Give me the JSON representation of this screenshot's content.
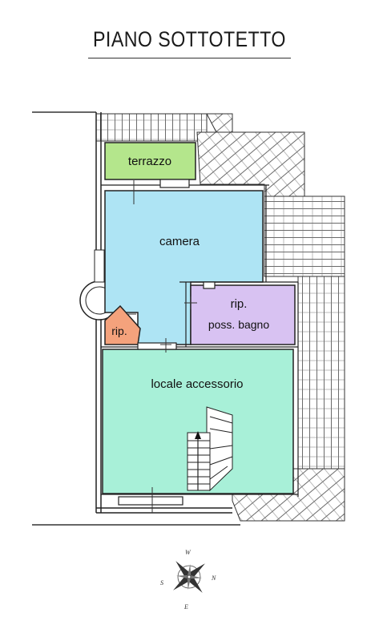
{
  "title": "PIANO SOTTOTETTO",
  "rooms": {
    "terrazzo": {
      "label": "terrazzo",
      "color": "#b4e68c"
    },
    "camera": {
      "label": "camera",
      "color": "#aee4f4"
    },
    "bagno": {
      "label_line1": "rip.",
      "label_line2": "poss. bagno",
      "color": "#d8c2f2"
    },
    "ripostiglio": {
      "label": "rip.",
      "color": "#f4a27c"
    },
    "locale_accessorio": {
      "label": "locale accessorio",
      "color": "#a8f0d8"
    }
  },
  "compass": {
    "north": "N",
    "south": "S",
    "east": "E",
    "west": "W"
  }
}
